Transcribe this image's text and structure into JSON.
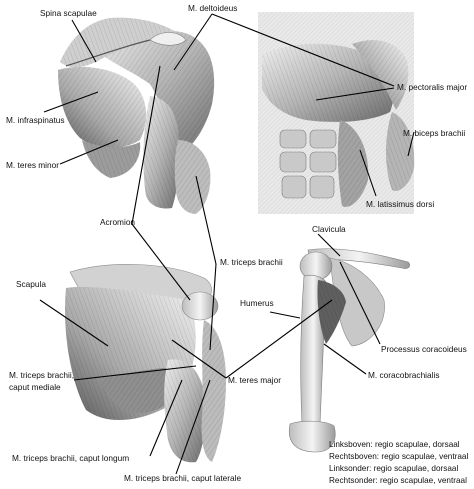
{
  "labels": {
    "spina_scapulae": "Spina scapulae",
    "deltoideus": "M. deltoideus",
    "infraspinatus": "M. infraspinatus",
    "teres_minor": "M. teres minor",
    "pectoralis_major": "M. pectoralis major",
    "biceps_brachii": "M. biceps brachii",
    "latissimus_dorsi": "M. latissimus dorsi",
    "acromion": "Acromion",
    "triceps_brachii": "M. triceps brachii",
    "clavicula": "Clavicula",
    "scapula": "Scapula",
    "humerus": "Humerus",
    "processus_coracoideus": "Processus coracoideus",
    "coracobrachialis": "M. coracobrachialis",
    "teres_major": "M. teres major",
    "triceps_mediale_1": "M. triceps brachii,",
    "triceps_mediale_2": "caput mediale",
    "triceps_longum": "M. triceps brachii, caput longum",
    "triceps_laterale": "M. triceps brachii, caput laterale"
  },
  "legend": [
    "Linksboven: regio scapulae, dorsaal",
    "Rechtsboven: regio scapulae, ventraal",
    "Linksonder: regio scapulae, dorsaal",
    "Rechtsonder: regio scapulae, ventraal"
  ],
  "colors": {
    "muscle_light": "#d9d9d9",
    "muscle_mid": "#a6a6a6",
    "muscle_dark": "#5e5e5e",
    "line": "#000000"
  }
}
